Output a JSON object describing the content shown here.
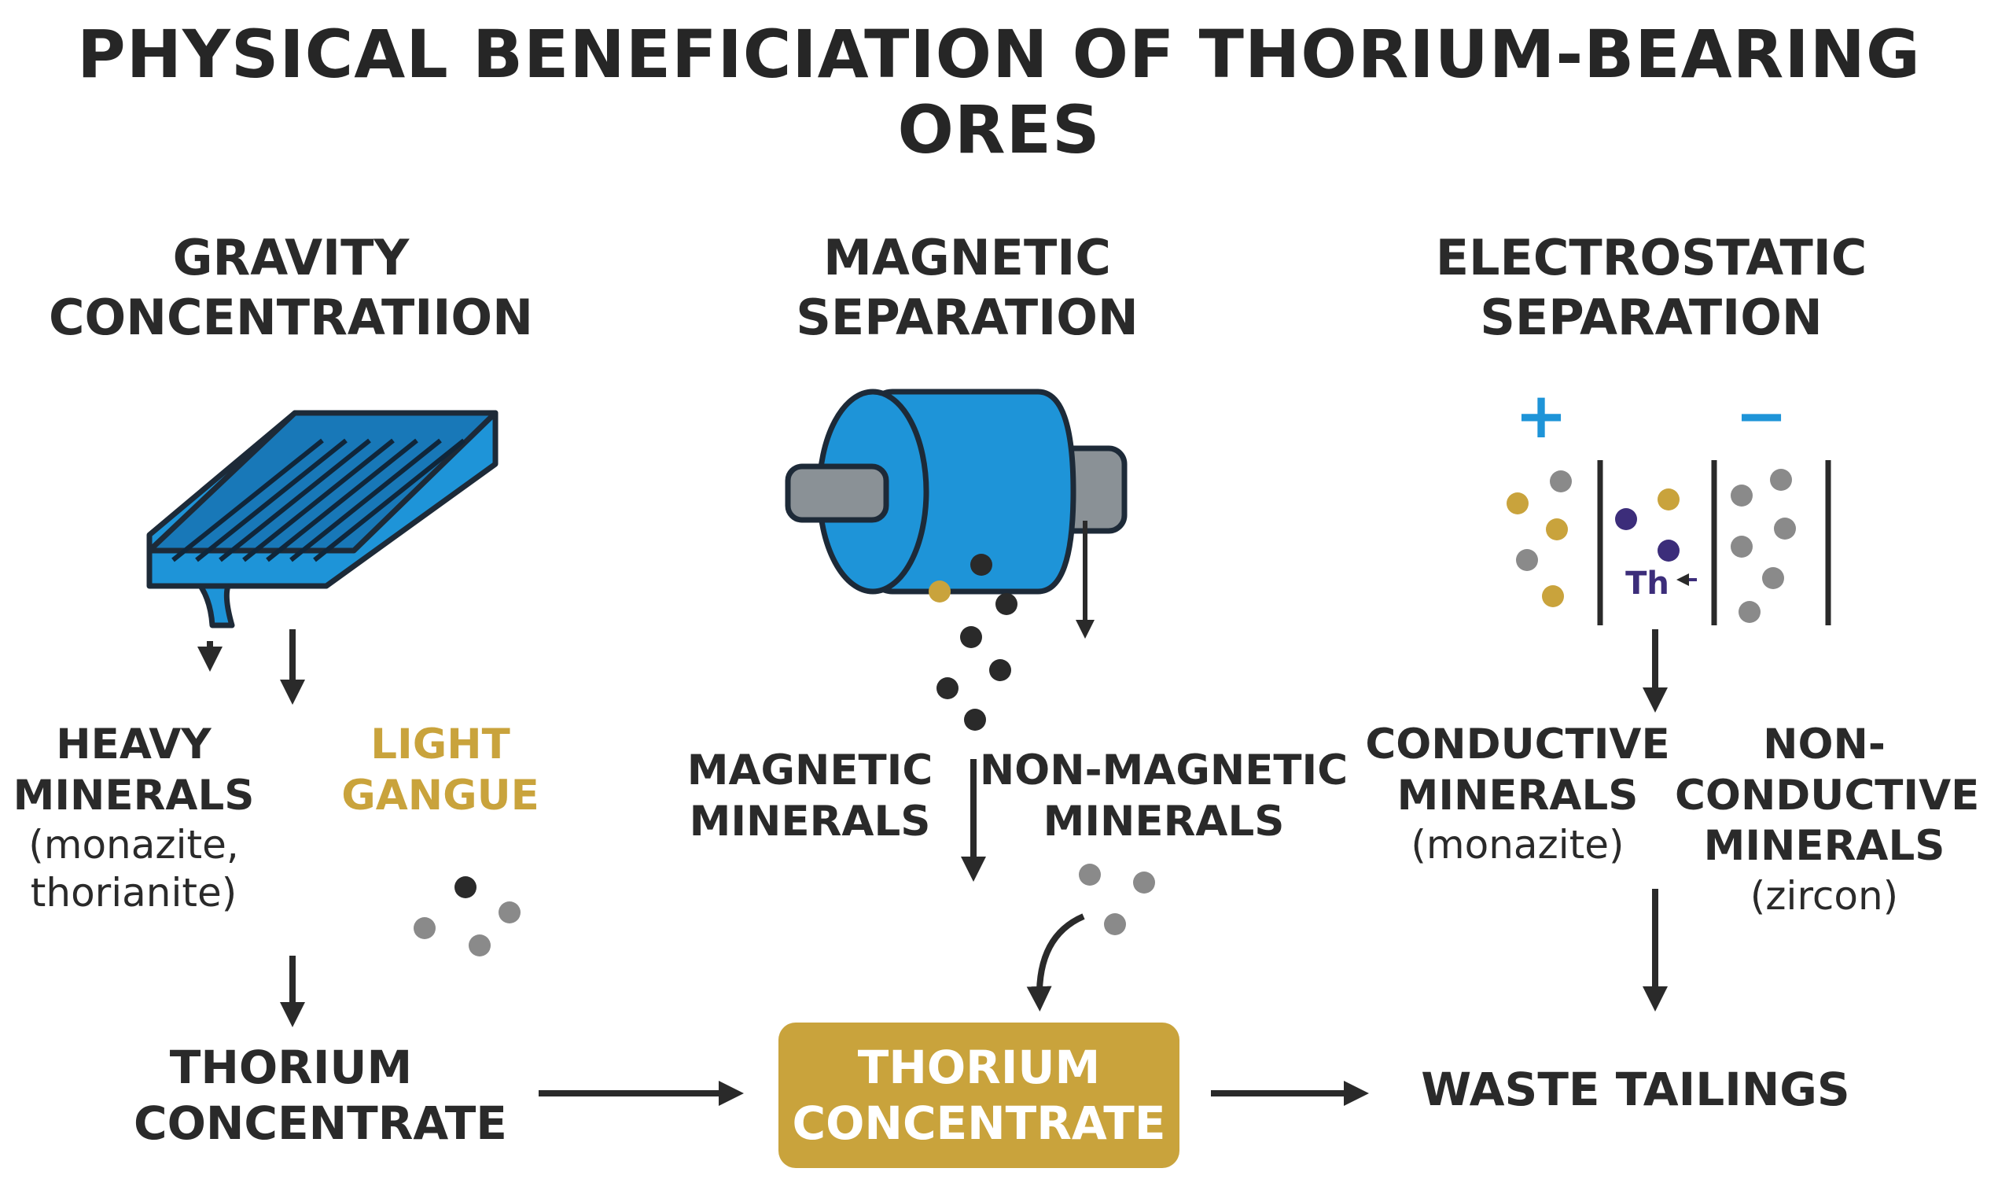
{
  "title": {
    "line1": "PHYSICAL BENEFICIATION OF THORIUM-BEARING",
    "line2": "ORES"
  },
  "gravity": {
    "heading_1": "GRAVITY",
    "heading_2": "CONCENTRATIION",
    "heavy_1": "HEAVY",
    "heavy_2": "MINERALS",
    "heavy_3": "(monazite,",
    "heavy_4": "thorianite)",
    "light_1": "LIGHT",
    "light_2": "GANGUE",
    "concentrate_1": "THORIUM",
    "concentrate_2": "CONCENTRATE"
  },
  "magnetic": {
    "heading_1": "MAGNETIC",
    "heading_2": "SEPARATION",
    "mag_1": "MAGNETIC",
    "mag_2": "MINERALS",
    "nonmag_1": "NON-MAGNETIC",
    "nonmag_2": "MINERALS"
  },
  "electrostatic": {
    "heading_1": "ELECTROSTATIC",
    "heading_2": "SEPARATION",
    "plus_sign": "+",
    "minus_sign": "−",
    "th_label": "Th",
    "cond_1": "CONDUCTIVE",
    "cond_2": "MINERALS",
    "cond_3": "(monazite)",
    "noncond_1": "NON-",
    "noncond_2": "CONDUCTIVE",
    "noncond_3": "MINERALS",
    "noncond_4": "(zircon)"
  },
  "final": {
    "line1": "THORIUM",
    "line2": "CONCENTRATE"
  },
  "tailings": {
    "label": "WASTE TAILINGS"
  },
  "colors": {
    "blue": "#1e94d8",
    "gold": "#c9a33c",
    "gray": "#8a8a8a",
    "dark": "#2a2a2a",
    "purple": "#3c2d7a"
  }
}
